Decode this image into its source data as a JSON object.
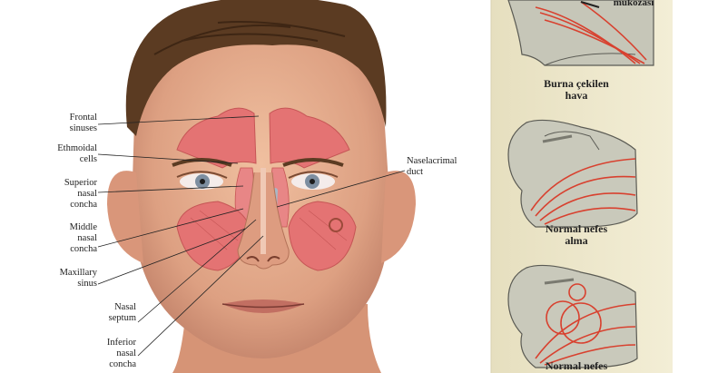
{
  "left_figure": {
    "labels": {
      "frontal": "Frontal\nsinuses",
      "ethmoidal": "Ethmoidal\ncells",
      "superior": "Superior\nnasal\nconcha",
      "middle": "Middle\nnasal\nconcha",
      "maxillary": "Maxillary\nsinus",
      "septum": "Nasal\nseptum",
      "inferior": "Inferior\nnasal\nconcha",
      "nasolacrimal": "Naselacrimal\nduct"
    }
  },
  "right_figure": {
    "top_label": "mukozası",
    "captions": {
      "panel1": "Burna çekilen\nhava",
      "panel2": "Normal nefes\nalma",
      "panel3": "Normal nefes"
    }
  },
  "colors": {
    "skin": "#e4a888",
    "hair": "#5b3b22",
    "sinus": "#e47373",
    "airflow": "#d8412f",
    "panel_bg": "#ede6c8"
  }
}
